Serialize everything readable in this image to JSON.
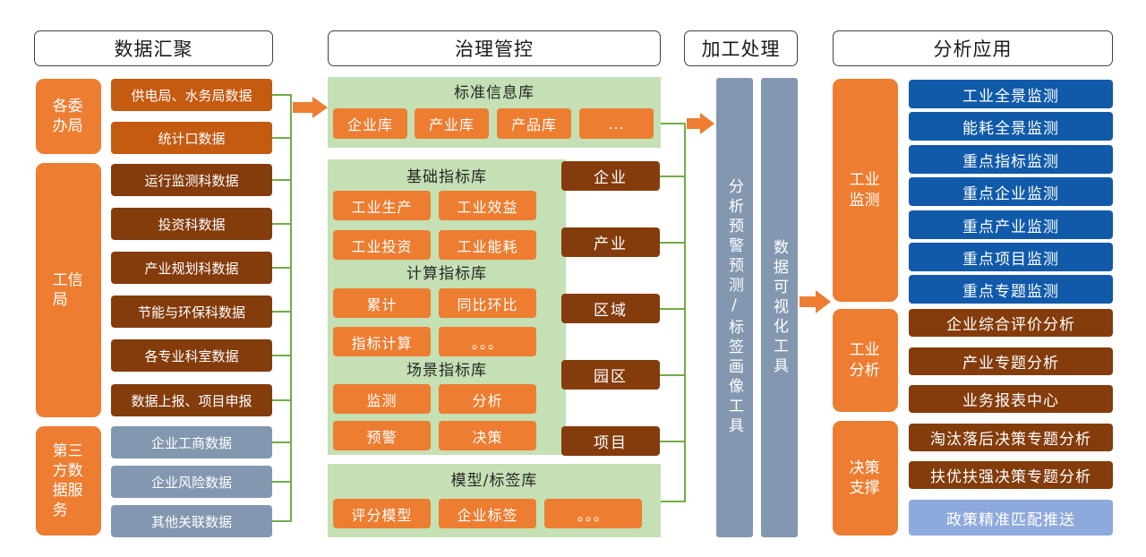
{
  "headers": {
    "collect": "数据汇聚",
    "govern": "治理管控",
    "process": "加工处理",
    "apply": "分析应用"
  },
  "collect": {
    "groups": [
      {
        "label": "各委办局",
        "items": [
          "供电局、水务局数据",
          "统计口数据"
        ]
      },
      {
        "label": "工信局",
        "items": [
          "运行监测科数据",
          "投资科数据",
          "产业规划科数据",
          "节能与环保科数据",
          "各专业科室数据",
          "数据上报、项目申报"
        ]
      },
      {
        "label": "第三方数据服务",
        "items": [
          "企业工商数据",
          "企业风险数据",
          "其他关联数据"
        ]
      }
    ]
  },
  "govern": {
    "standard": {
      "title": "标准信息库",
      "items": [
        "企业库",
        "产业库",
        "产品库",
        "..."
      ]
    },
    "indicator": {
      "sections": [
        {
          "title": "基础指标库",
          "items": [
            "工业生产",
            "工业效益",
            "工业投资",
            "工业能耗"
          ]
        },
        {
          "title": "计算指标库",
          "items": [
            "累计",
            "同比环比",
            "指标计算",
            "。。。"
          ]
        },
        {
          "title": "场景指标库",
          "items": [
            "监测",
            "分析",
            "预警",
            "决策"
          ]
        }
      ],
      "dimensions": [
        "企业",
        "产业",
        "区域",
        "园区",
        "项目"
      ]
    },
    "model": {
      "title": "模型/标签库",
      "items": [
        "评分模型",
        "企业标签",
        "。。。"
      ]
    }
  },
  "process": {
    "tools": [
      "分析预警预测/标签画像工具",
      "数据可视化工具"
    ]
  },
  "apply": {
    "groups": [
      {
        "label": "工业监测",
        "items": [
          "工业全景监测",
          "能耗全景监测",
          "重点指标监测",
          "重点企业监测",
          "重点产业监测",
          "重点项目监测",
          "重点专题监测"
        ]
      },
      {
        "label": "工业分析",
        "items": [
          "企业综合评价分析",
          "产业专题分析",
          "业务报表中心"
        ]
      },
      {
        "label": "决策支撑",
        "items": [
          "淘汰落后决策专题分析",
          "扶优扶强决策专题分析",
          "政策精准匹配推送"
        ]
      }
    ]
  },
  "colors": {
    "orange": "#ED7D31",
    "orange_dark": "#C55A11",
    "brown": "#843C0C",
    "slate": "#8497B0",
    "green_panel": "#C5E0B4",
    "green_line": "#70AD47",
    "blue": "#115AAA",
    "light_blue": "#8EA9DB"
  },
  "icons": {
    "flow_arrow": "arrow-right-icon"
  }
}
